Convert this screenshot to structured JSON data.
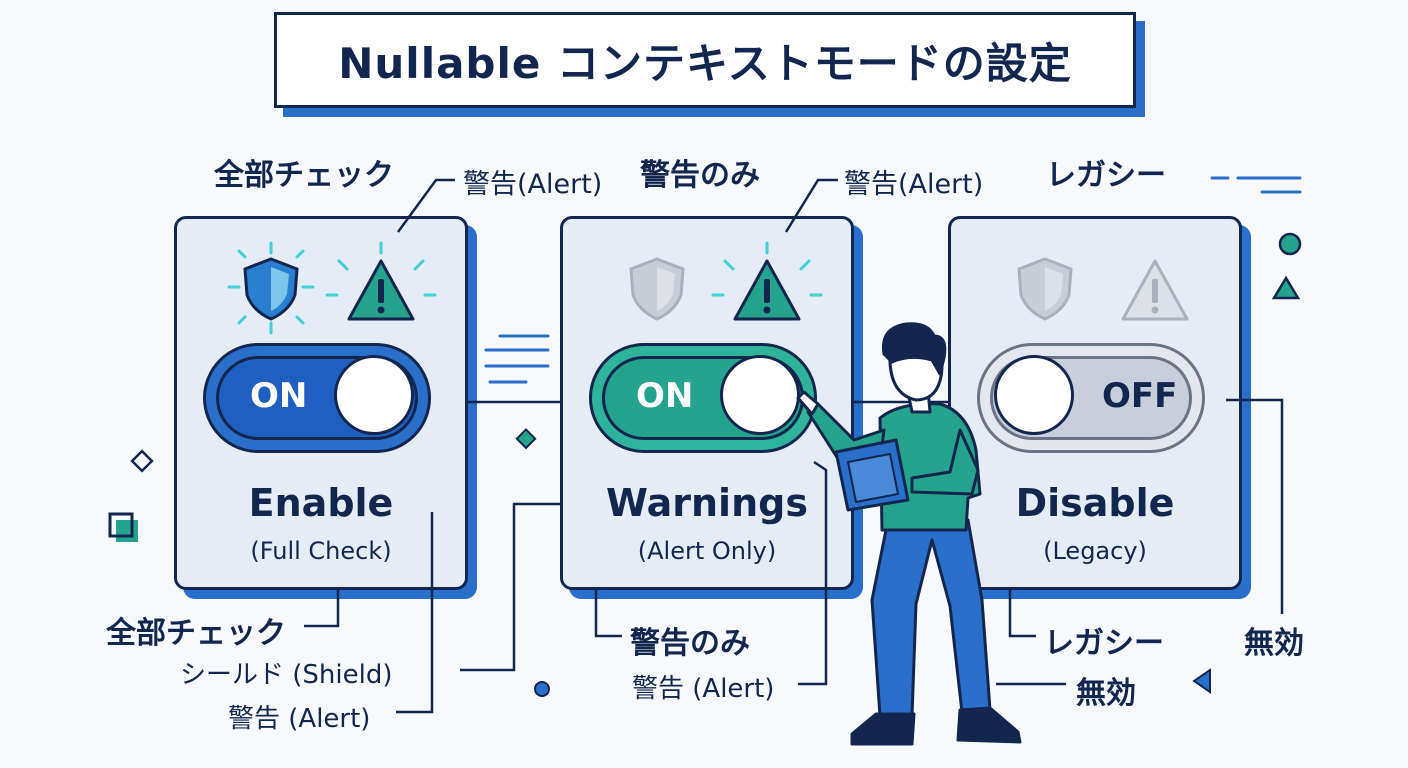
{
  "title": "Nullable コンテキストモードの設定",
  "cards": [
    {
      "heading_label": "全部チェック",
      "callout_label": "警告(Alert)",
      "toggle_state": "ON",
      "title": "Enable",
      "subtitle": "(Full Check)",
      "accent": "#1f5fbf",
      "bottom_labels": [
        "全部チェック",
        "シールド (Shield)",
        "警告 (Alert)"
      ]
    },
    {
      "heading_label": "警告のみ",
      "callout_label": "警告(Alert)",
      "toggle_state": "ON",
      "title": "Warnings",
      "subtitle": "(Alert Only)",
      "accent": "#25a38c",
      "bottom_labels": [
        "警告のみ",
        "警告 (Alert)"
      ]
    },
    {
      "heading_label": "レガシー",
      "toggle_state": "OFF",
      "title": "Disable",
      "subtitle": "(Legacy)",
      "accent": "#c8cfdb",
      "bottom_labels": [
        "レガシー",
        "無効"
      ]
    }
  ],
  "side_label": "無効",
  "colors": {
    "navy": "#13264f",
    "blue": "#2a6fc9",
    "teal": "#25a38c",
    "gray": "#b9bfc8"
  }
}
